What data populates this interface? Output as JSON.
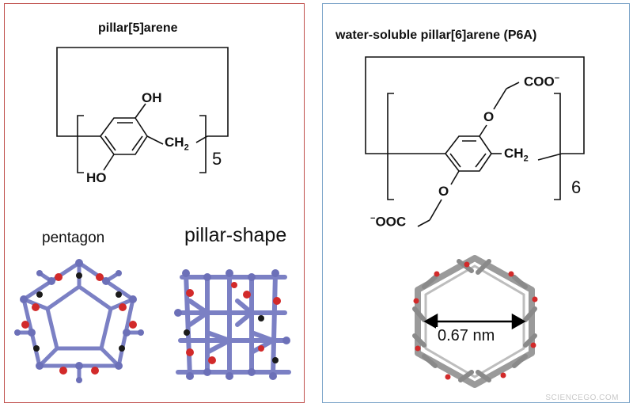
{
  "left_panel": {
    "title": "pillar[5]arene",
    "oh_label": "OH",
    "ho_label": "HO",
    "ch2_label": "CH",
    "ch2_sub": "2",
    "repeat_count": "5",
    "pentagon_label": "pentagon",
    "pillar_label": "pillar-shape"
  },
  "right_panel": {
    "title": "water-soluble pillar[6]arene (P6A)",
    "coo_label": "COO",
    "coo_charge": "−",
    "ooc_label": "OOC",
    "ooc_charge": "−",
    "o_top": "O",
    "o_bottom": "O",
    "ch2_label": "CH",
    "ch2_sub": "2",
    "repeat_count": "6",
    "cavity_label": "0.67 nm"
  },
  "watermark": "SCIENCEGO.COM",
  "colors": {
    "left_border": "#c0504d",
    "right_border": "#7aa3c8",
    "atom_blue": "#7b80c4",
    "atom_red": "#d22a2a",
    "bond_grey": "#9a9a9a"
  }
}
